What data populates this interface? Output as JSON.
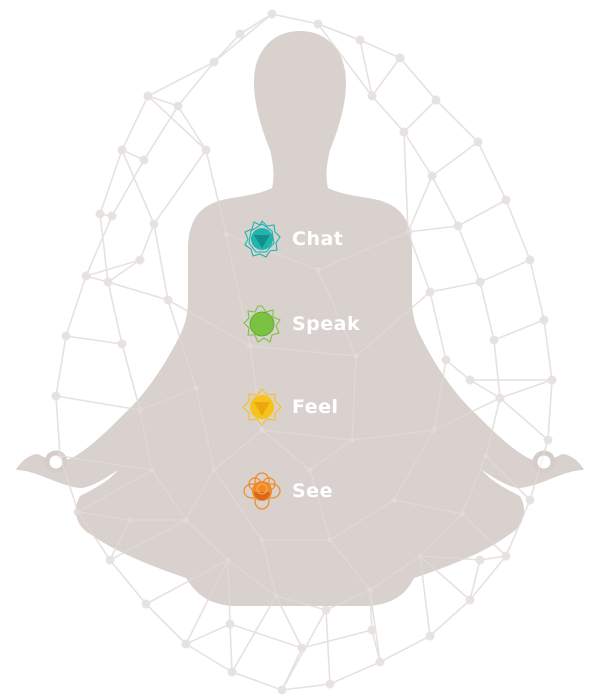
{
  "colors": {
    "background": "#ffffff",
    "silhouette": "#d6cdc9",
    "network": "#e6e3e1",
    "label": "#ffffff"
  },
  "chakras": [
    {
      "label": "Chat",
      "icon": "throat-chakra-icon",
      "color": "#1fb5ae"
    },
    {
      "label": "Speak",
      "icon": "heart-chakra-icon",
      "color": "#7cc242"
    },
    {
      "label": "Feel",
      "icon": "solar-plexus-chakra-icon",
      "color": "#f7c21a"
    },
    {
      "label": "See",
      "icon": "sacral-chakra-icon",
      "color": "#f08a24"
    }
  ]
}
